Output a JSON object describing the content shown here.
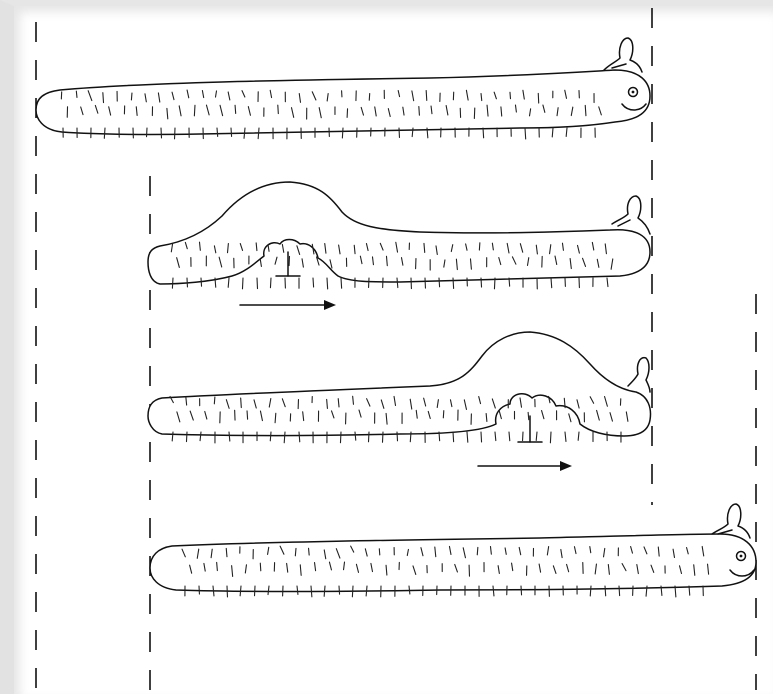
{
  "figure": {
    "description_visible_text": [],
    "stages": [
      {
        "id": "stage-1",
        "hump": "none",
        "arrow": false
      },
      {
        "id": "stage-2",
        "hump": "rear",
        "arrow": true
      },
      {
        "id": "stage-3",
        "hump": "front",
        "arrow": true
      },
      {
        "id": "stage-4",
        "hump": "none",
        "arrow": false
      }
    ],
    "colors": {
      "ink": "#111111",
      "paper": "#ffffff",
      "frame": "#e2e2e2"
    }
  }
}
